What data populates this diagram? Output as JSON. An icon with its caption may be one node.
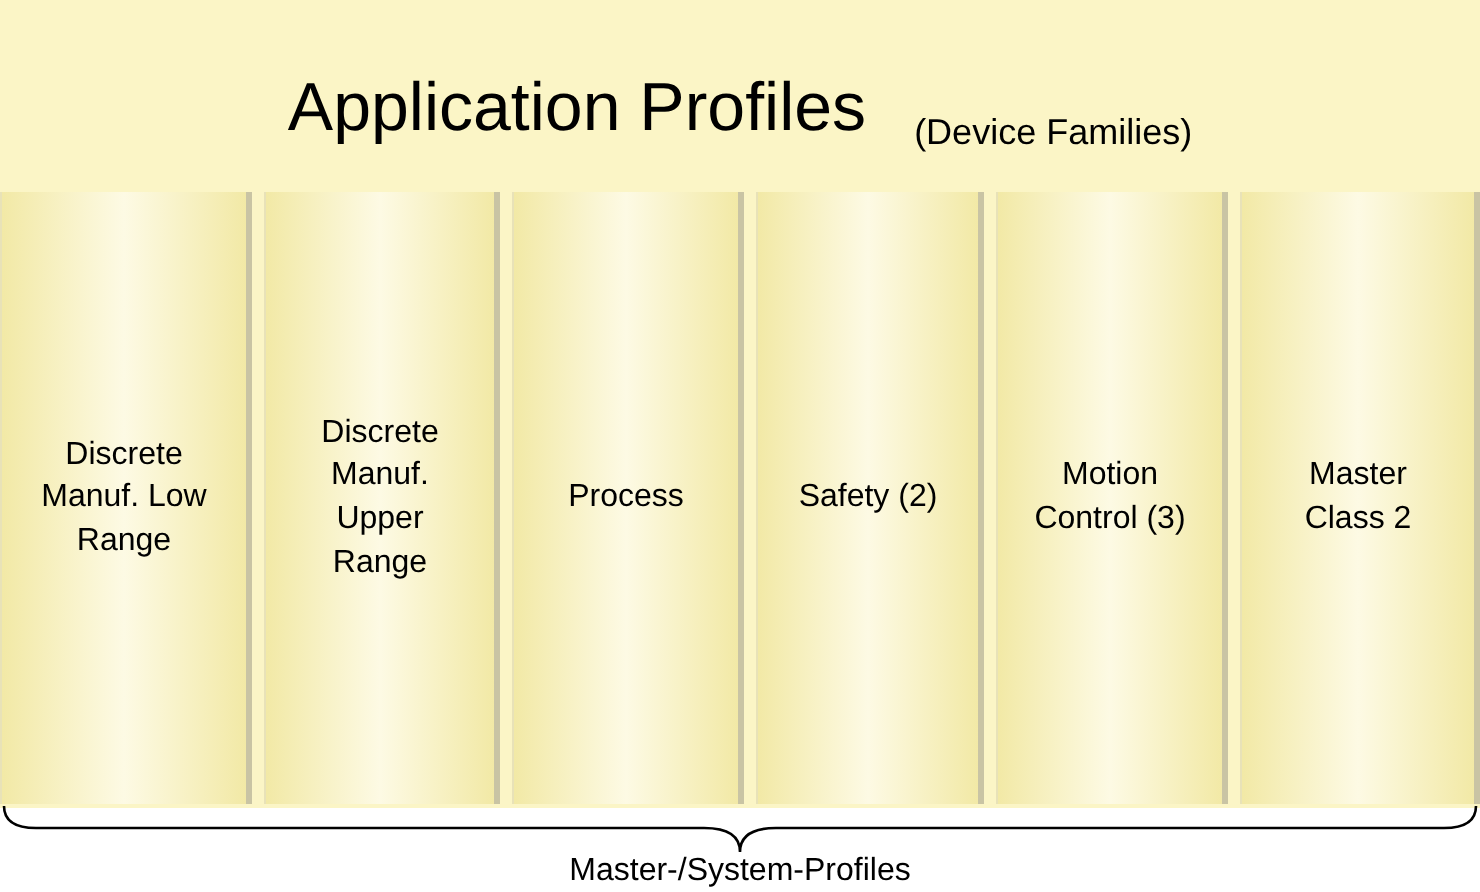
{
  "diagram": {
    "nodes": [
      {
        "text": [
          "Application Profiles",
          "(Device Families)"
        ]
      },
      {
        "text": [
          "Discrete Manuf. Low Range"
        ]
      },
      {
        "text": [
          "Discrete Manuf. Upper Range"
        ]
      },
      {
        "text": [
          "Process"
        ]
      },
      {
        "text": [
          "Safety (2)"
        ]
      },
      {
        "text": [
          "Motion Control (3)"
        ]
      },
      {
        "text": [
          "Master Class 2"
        ]
      }
    ],
    "labels": [
      "Master-/System-Profiles"
    ]
  }
}
